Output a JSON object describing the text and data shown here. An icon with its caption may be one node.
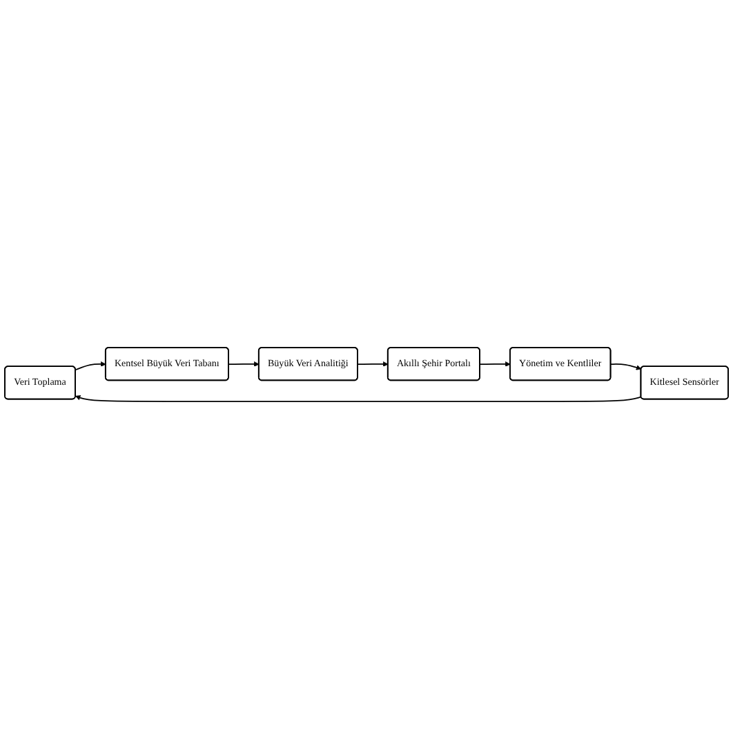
{
  "diagram": {
    "nodes": [
      {
        "text": [
          "Veri Toplama"
        ]
      },
      {
        "text": [
          "Kitlesel Sensörler"
        ]
      },
      {
        "text": [
          "Kentsel Büyük Veri Tabanı"
        ]
      },
      {
        "text": [
          "Yönetim ve Kentliler"
        ]
      },
      {
        "text": [
          "Büyük Veri Analitiği"
        ]
      },
      {
        "text": [
          "Akıllı Şehir Portalı"
        ]
      }
    ],
    "edges": [
      {
        "from": 0,
        "to": 2,
        "arrow": "to"
      },
      {
        "from": 2,
        "to": 4,
        "arrow": "to"
      },
      {
        "from": 4,
        "to": 5,
        "arrow": "to"
      },
      {
        "from": 5,
        "to": 3,
        "arrow": "to"
      },
      {
        "from": 3,
        "to": 1,
        "arrow": "to"
      },
      {
        "from": 1,
        "to": 0,
        "arrow": "to"
      }
    ]
  }
}
